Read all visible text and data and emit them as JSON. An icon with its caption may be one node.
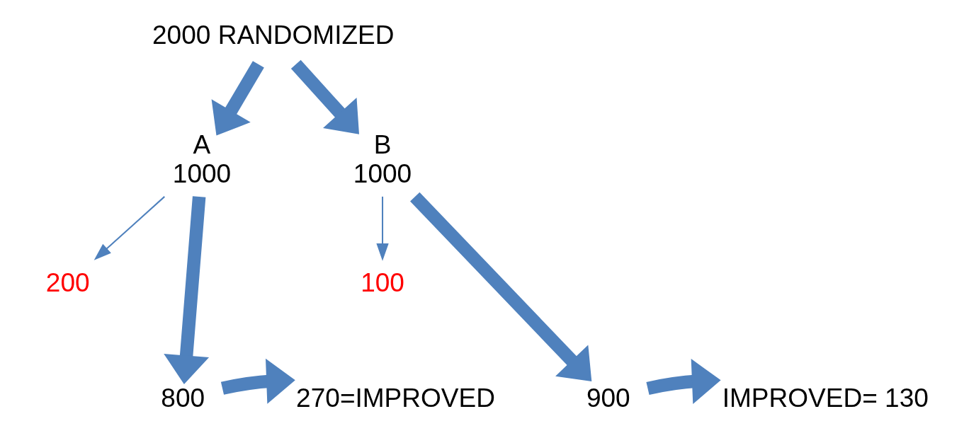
{
  "diagram": {
    "nodes": [
      {
        "text": [
          "2000 RANDOMIZED"
        ]
      },
      {
        "text": [
          "A",
          "1000"
        ]
      },
      {
        "text": [
          "B",
          "1000"
        ]
      },
      {
        "text": [
          "200"
        ]
      },
      {
        "text": [
          "800"
        ]
      },
      {
        "text": [
          "100"
        ]
      },
      {
        "text": [
          "900"
        ]
      },
      {
        "text": [
          "270=IMPROVED"
        ]
      },
      {
        "text": [
          "IMPROVED= 130"
        ]
      }
    ],
    "edges": [
      {
        "from": 0,
        "to": 1,
        "arrow": "to"
      },
      {
        "from": 0,
        "to": 2,
        "arrow": "to"
      },
      {
        "from": 1,
        "to": 3,
        "arrow": "to"
      },
      {
        "from": 1,
        "to": 4,
        "arrow": "to"
      },
      {
        "from": 2,
        "to": 5,
        "arrow": "to"
      },
      {
        "from": 2,
        "to": 6,
        "arrow": "to"
      },
      {
        "from": 4,
        "to": 7,
        "arrow": "to"
      },
      {
        "from": 6,
        "to": 8,
        "arrow": "to"
      }
    ]
  }
}
